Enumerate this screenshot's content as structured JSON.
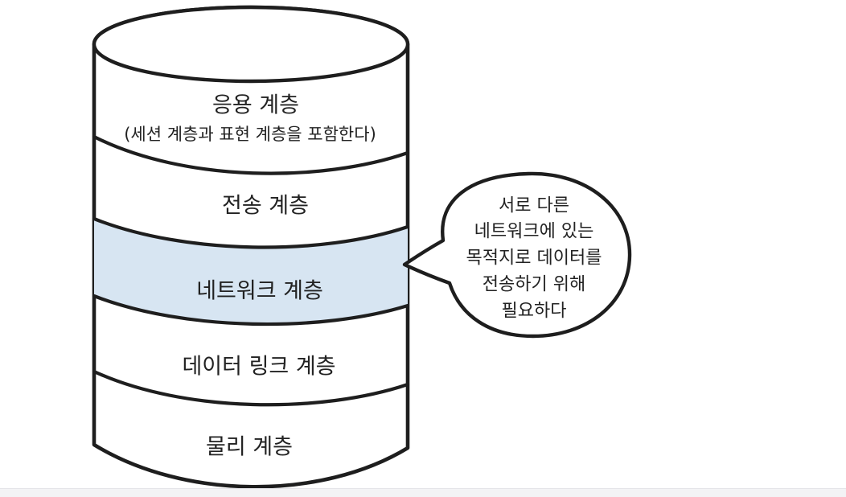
{
  "diagram": {
    "type": "osi-layer-cylinder",
    "layers": [
      {
        "name": "응용 계층",
        "subtitle": "(세션 계층과 표현 계층을 포함한다)",
        "highlighted": false
      },
      {
        "name": "전송 계층",
        "highlighted": false
      },
      {
        "name": "네트워크 계층",
        "highlighted": true
      },
      {
        "name": "데이터 링크 계층",
        "highlighted": false
      },
      {
        "name": "물리 계층",
        "highlighted": false
      }
    ],
    "callout": {
      "target_layer": "네트워크 계층",
      "lines": [
        "서로 다른",
        "네트워크에 있는",
        "목적지로 데이터를",
        "전송하기 위해",
        "필요하다"
      ],
      "text": "서로 다른 네트워크에 있는 목적지로 데이터를 전송하기 위해 필요하다"
    },
    "colors": {
      "highlight_fill": "#d7e5f2",
      "outline": "#1e1e1e",
      "background": "#ffffff",
      "bottom_strip": "#f3f3f5"
    }
  }
}
